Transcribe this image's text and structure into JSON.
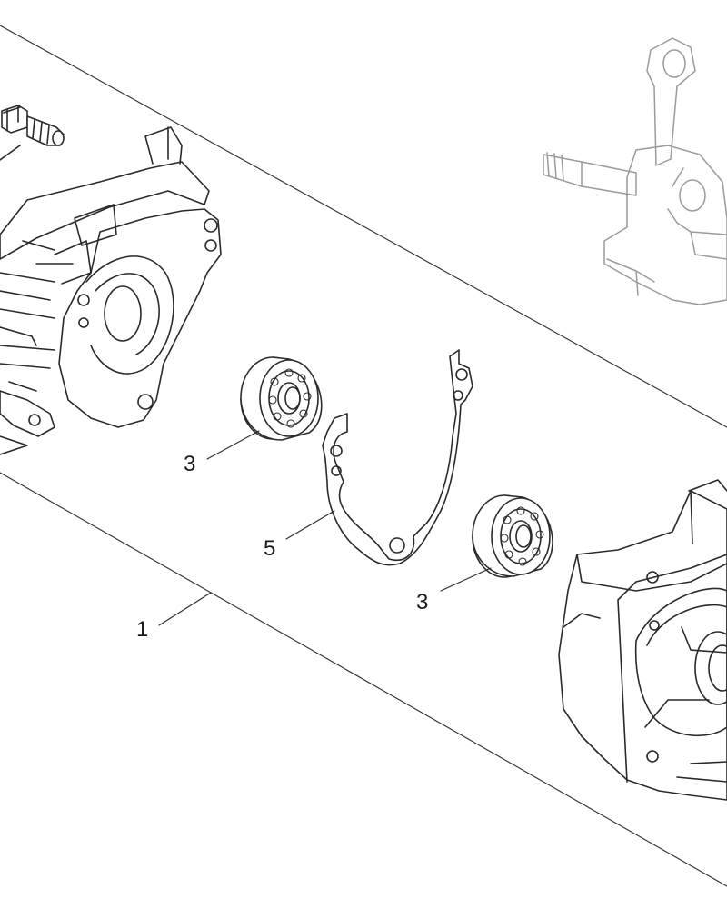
{
  "callouts": [
    {
      "id": "crankcase-assembly",
      "label": "1"
    },
    {
      "id": "bearing-upper",
      "label": "3"
    },
    {
      "id": "gasket",
      "label": "5"
    },
    {
      "id": "bearing-lower",
      "label": "3"
    }
  ],
  "colors": {
    "line": "#2a2a2a",
    "reference_part": "#9a9a9a",
    "background": "#ffffff"
  }
}
